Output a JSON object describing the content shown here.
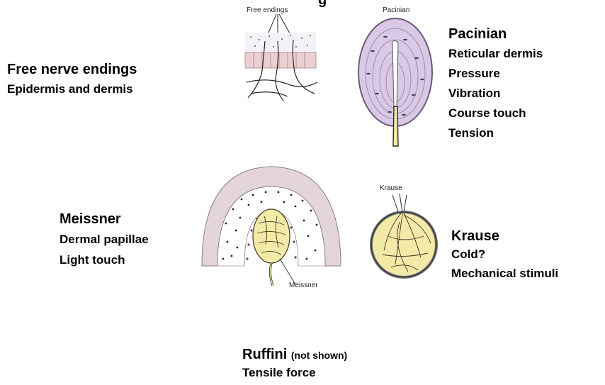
{
  "top_cutoff_text": "g",
  "free_endings": {
    "figure_label": "Free endings",
    "heading": "Free nerve endings",
    "lines": [
      "Epidermis and dermis"
    ]
  },
  "pacinian": {
    "figure_label": "Pacinian",
    "heading": "Pacinian",
    "lines": [
      "Reticular dermis",
      "Pressure",
      "Vibration",
      "Course touch",
      "Tension"
    ]
  },
  "meissner": {
    "figure_label": "Meissner",
    "heading": "Meissner",
    "lines": [
      "Dermal papillae",
      "Light touch"
    ]
  },
  "krause": {
    "figure_label": "Krause",
    "heading": "Krause",
    "lines": [
      "Cold?",
      "Mechanical stimuli"
    ]
  },
  "ruffini": {
    "heading": "Ruffini",
    "note": "(not shown)",
    "lines": [
      "Tensile force"
    ]
  },
  "colors": {
    "capsule_purple": "#d9c8e6",
    "capsule_outline": "#6a5a78",
    "nerve_yellow": "#f3eaa8",
    "skin_pink": "#eccfd2",
    "ink": "#2a2a2a"
  }
}
